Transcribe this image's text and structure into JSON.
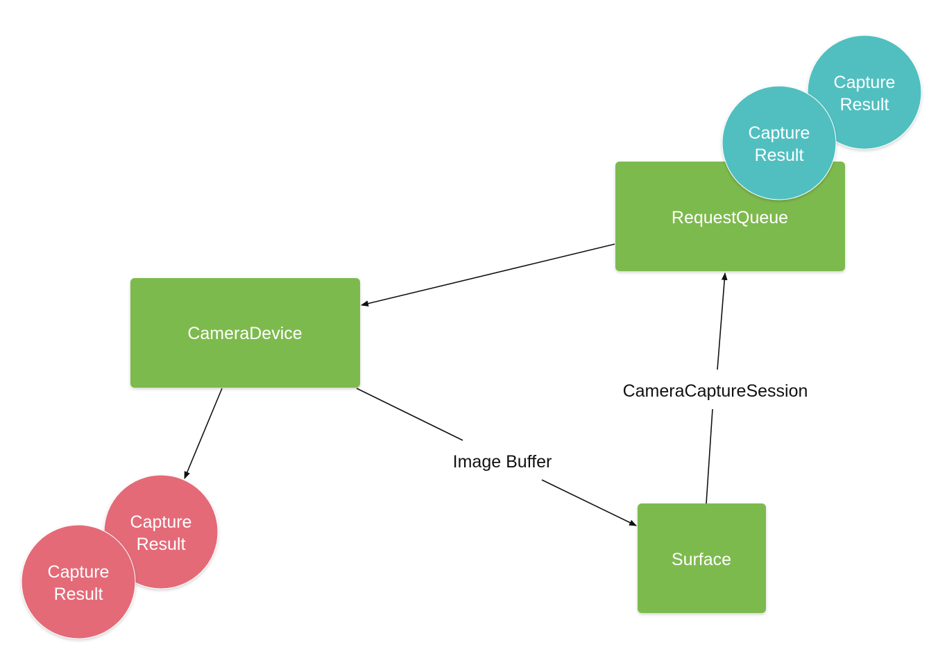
{
  "colors": {
    "node_fill": "#7dba4d",
    "red_circle": "#e46a78",
    "teal_circle": "#51bfc0",
    "edge": "#111111",
    "text_light": "#ffffff"
  },
  "nodes": {
    "camera_device": "CameraDevice",
    "request_queue": "RequestQueue",
    "surface": "Surface"
  },
  "circles": {
    "red_back": {
      "line1": "Capture",
      "line2": "Result"
    },
    "red_front": {
      "line1": "Capture",
      "line2": "Result"
    },
    "teal_back": {
      "line1": "Capture",
      "line2": "Result"
    },
    "teal_front": {
      "line1": "Capture",
      "line2": "Result"
    }
  },
  "edges": {
    "image_buffer": "Image Buffer",
    "camera_capture_session": "CameraCaptureSession"
  }
}
